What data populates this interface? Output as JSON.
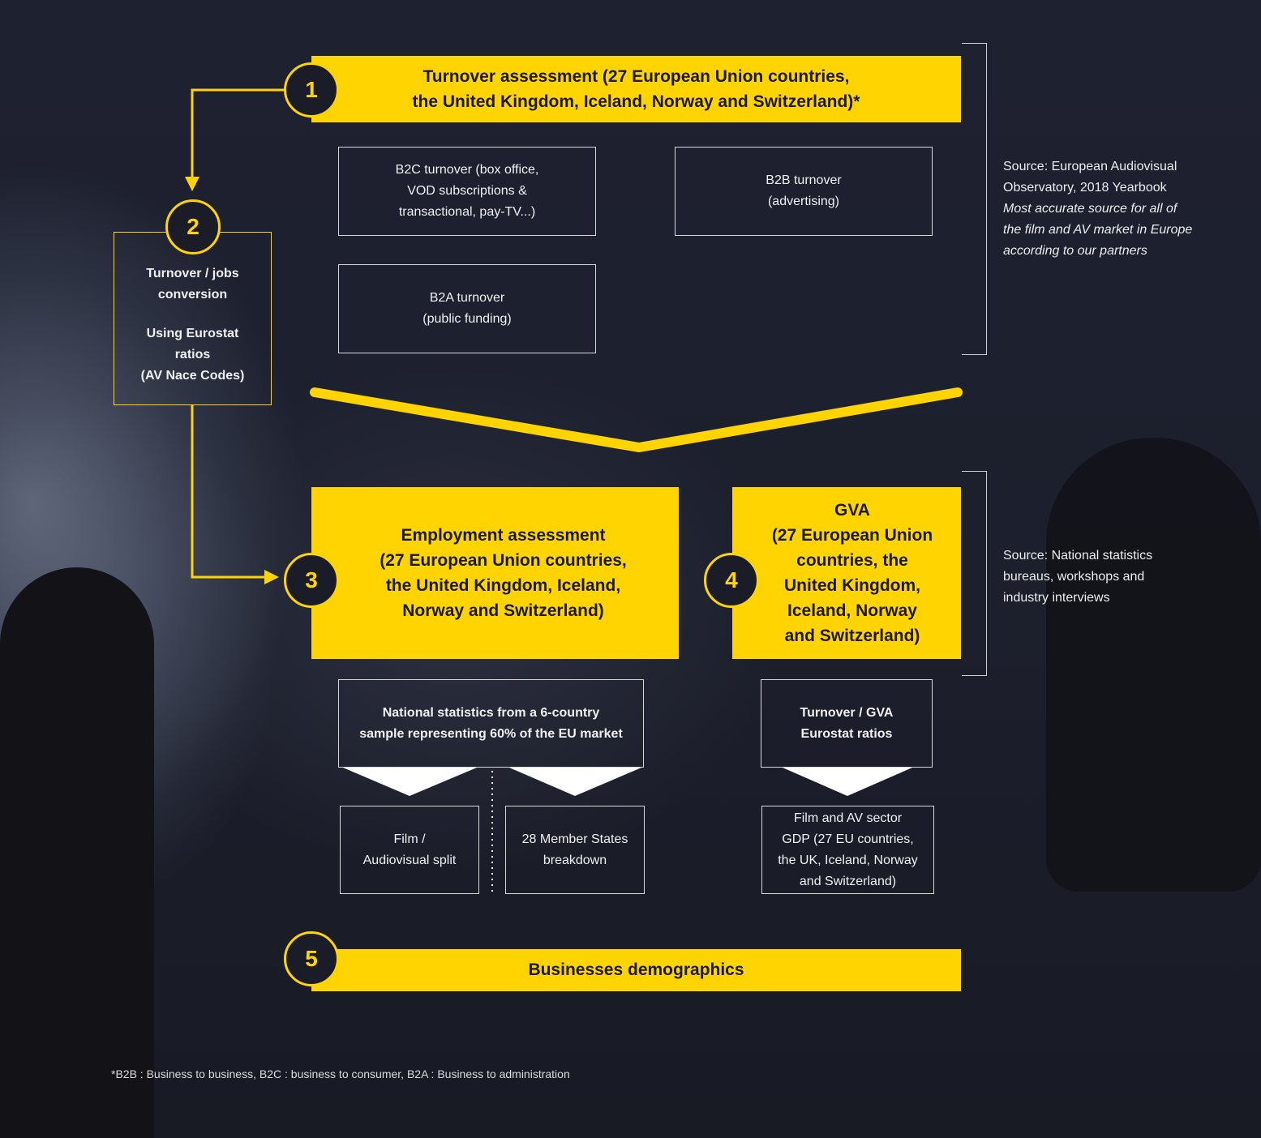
{
  "steps": {
    "s1": {
      "num": "1",
      "title": "Turnover assessment (27 European Union countries,\nthe United Kingdom, Iceland, Norway and Switzerland)*"
    },
    "s2": {
      "num": "2",
      "line1": "Turnover / jobs\nconversion",
      "line2": "Using Eurostat\nratios\n(AV Nace Codes)"
    },
    "s3": {
      "num": "3",
      "title": "Employment assessment\n(27 European Union countries,\nthe United Kingdom, Iceland,\nNorway and Switzerland)"
    },
    "s4": {
      "num": "4",
      "title": "GVA\n(27 European Union\ncountries, the\nUnited Kingdom,\nIceland, Norway\nand Switzerland)"
    },
    "s5": {
      "num": "5",
      "title": "Businesses demographics"
    }
  },
  "turnover_boxes": {
    "b2c": "B2C turnover (box office,\nVOD subscriptions &\ntransactional, pay-TV...)",
    "b2b": "B2B turnover\n(advertising)",
    "b2a": "B2A turnover\n(public funding)"
  },
  "employment_boxes": {
    "national": "National statistics from a 6-country\nsample representing 60% of the EU market",
    "film_split": "Film /\nAudiovisual split",
    "member_states": "28 Member States\nbreakdown"
  },
  "gva_boxes": {
    "ratios": "Turnover / GVA\nEurostat ratios",
    "gdp": "Film and AV sector\nGDP (27 EU countries,\nthe UK, Iceland, Norway\nand Switzerland)"
  },
  "sources": {
    "top_plain": "Source: European Audiovisual\nObservatory, 2018 Yearbook",
    "top_italic": "Most accurate source for all of\nthe film and AV market in Europe\naccording to our partners",
    "bottom": "Source: National statistics\nbureaus, workshops and\nindustry interviews"
  },
  "footnote": "*B2B : Business to business, B2C : business to consumer, B2A : Business to administration",
  "colors": {
    "accent": "#ffd400",
    "background": "#1a1d28",
    "text_light": "#f0f0f0"
  }
}
